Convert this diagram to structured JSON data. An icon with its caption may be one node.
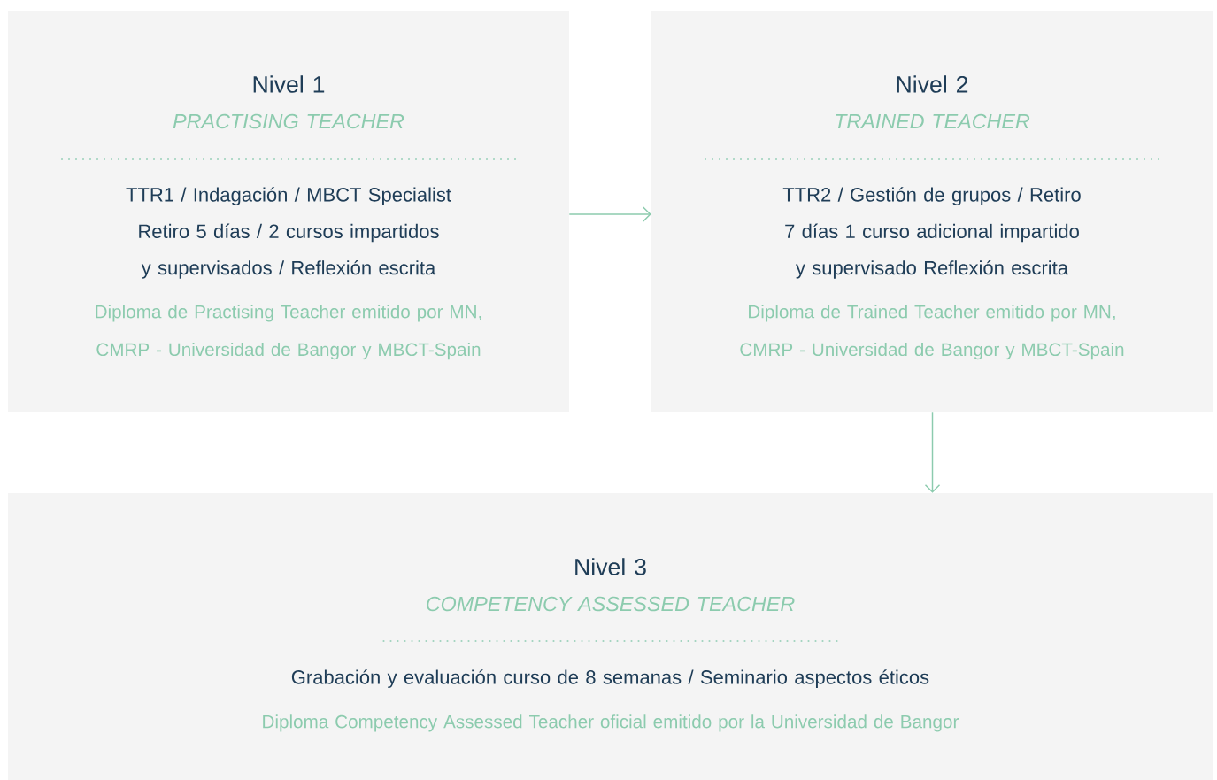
{
  "diagram": {
    "nodes": [
      {
        "text": [
          "Nivel 1",
          "PRACTISING TEACHER",
          "TTR1 / Indagación / MBCT Specialist Retiro 5 días / 2 cursos impartidos y supervisados / Reflexión escrita",
          "Diploma de Practising Teacher emitido por MN, CMRP - Universidad de Bangor y MBCT-Spain"
        ]
      },
      {
        "text": [
          "Nivel 2",
          "TRAINED TEACHER",
          "TTR2 / Gestión de grupos / Retiro 7 días 1 curso adicional impartido y supervisado Reflexión escrita",
          "Diploma de Trained Teacher emitido por MN, CMRP - Universidad de Bangor y MBCT-Spain"
        ]
      },
      {
        "text": [
          "Nivel 3",
          "COMPETENCY ASSESSED TEACHER",
          "Grabación y evaluación curso de 8 semanas /  Seminario aspectos éticos",
          "Diploma Competency Assessed Teacher oficial emitido por la Universidad de Bangor"
        ]
      }
    ],
    "edges": [
      {
        "from": 0,
        "to": 1,
        "arrow": "to"
      },
      {
        "from": 1,
        "to": 2,
        "arrow": "to"
      }
    ]
  }
}
